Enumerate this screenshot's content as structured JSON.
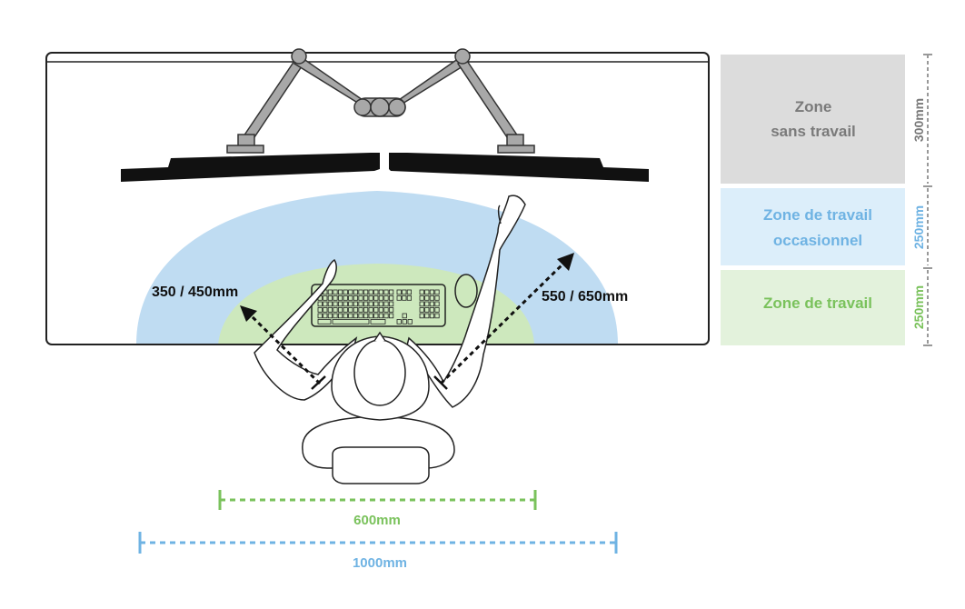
{
  "labels": {
    "reach_near": "350 / 450mm",
    "reach_far": "550 / 650mm",
    "width_work": "600mm",
    "width_occasional": "1000mm"
  },
  "legend": {
    "no_work": {
      "line1": "Zone",
      "line2": "sans travail",
      "measure": "300mm",
      "bg": "#dcdcdc",
      "text_color": "#7a7a7a"
    },
    "occasional": {
      "line1": "Zone de travail",
      "line2": "occasionnel",
      "measure": "250mm",
      "bg": "#dceefa",
      "text_color": "#6fb3e3"
    },
    "work": {
      "line1": "Zone de travail",
      "measure": "250mm",
      "bg": "#e3f2dc",
      "text_color": "#7ac25c"
    }
  },
  "colors": {
    "occasional_zone": "#bfdcf2",
    "work_zone": "#cde8bd",
    "green_dim": "#7ac25c",
    "blue_dim": "#6fb3e3",
    "arm_gray": "#a8a8a8",
    "monitor": "#111111"
  }
}
